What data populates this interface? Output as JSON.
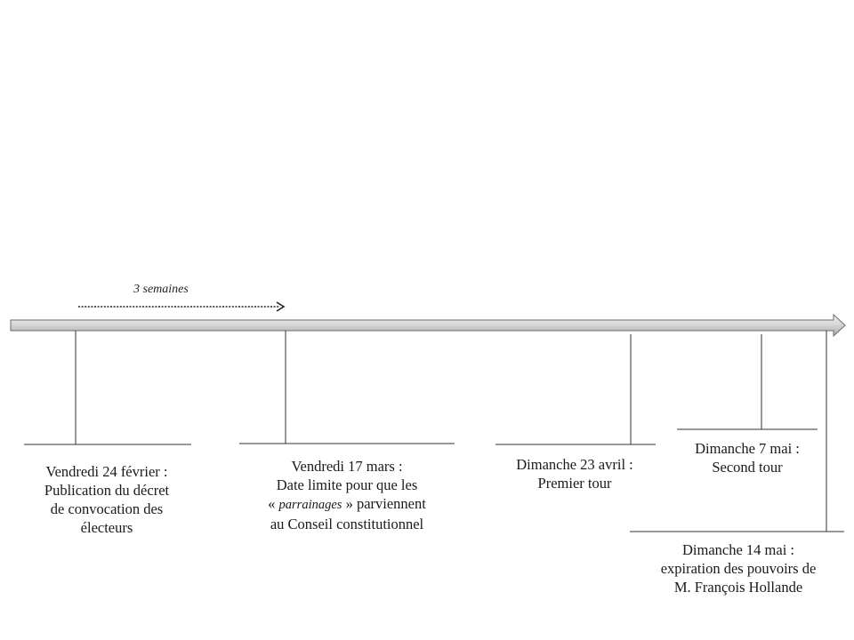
{
  "diagram": {
    "interval_label": "3 semaines",
    "events": [
      {
        "id": "event-24-fevrier",
        "date": "Vendredi 24 février :",
        "lines": [
          "Publication du décret",
          "de convocation des",
          "électeurs"
        ]
      },
      {
        "id": "event-17-mars",
        "date": "Vendredi 17 mars :",
        "lines": [
          "Date limite pour que les"
        ],
        "quote_open": "« ",
        "quote_word": "parrainages",
        "quote_close": " » parviennent",
        "lines_after": [
          "au Conseil constitutionnel"
        ]
      },
      {
        "id": "event-23-avril",
        "date": "Dimanche 23 avril :",
        "lines": [
          "Premier tour"
        ]
      },
      {
        "id": "event-7-mai",
        "date": "Dimanche 7 mai :",
        "lines": [
          "Second tour"
        ]
      },
      {
        "id": "event-14-mai",
        "date": "Dimanche 14 mai :",
        "lines": [
          "expiration des pouvoirs de",
          "M. François Hollande"
        ]
      }
    ]
  }
}
